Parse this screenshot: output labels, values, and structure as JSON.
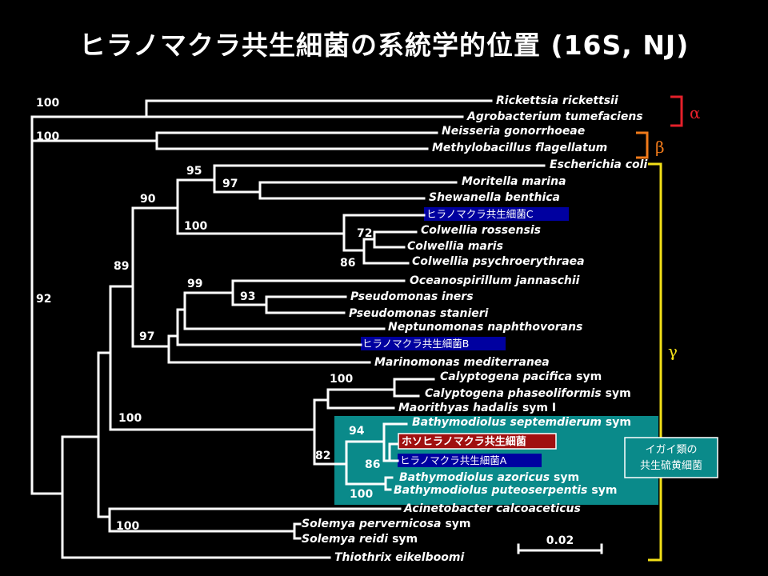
{
  "title": "ヒラノマクラ共生細菌の系統学的位置 (16S, NJ)",
  "taxa": {
    "rickettsia": "Rickettsia rickettsii",
    "agrobacterium": "Agrobacterium tumefaciens",
    "neisseria": "Neisseria gonorrhoeae",
    "methylobacillus": "Methylobacillus flagellatum",
    "escherichia": "Escherichia coli",
    "moritella": "Moritella marina",
    "shewanella": "Shewanella benthica",
    "symC": "ヒラノマクラ共生細菌C",
    "colw_ross": "Colwellia rossensis",
    "colw_mar": "Colwellia maris",
    "colw_psy": "Colwellia psychroerythraea",
    "oceanospirillum": "Oceanospirillum jannaschii",
    "pseud_iners": "Pseudomonas iners",
    "pseud_stan": "Pseudomonas stanieri",
    "neptunomonas": "Neptunomonas naphthovorans",
    "symB": "ヒラノマクラ共生細菌B",
    "marinomonas": "Marinomonas mediterranea",
    "calyp_pac": "Calyptogena pacifica",
    "calyp_pha": "Calyptogena phaseoliformis",
    "maorithyas": "Maorithyas hadalis",
    "bathy_sept": "Bathymodiolus septemdierum",
    "hoso": "ホソヒラノマクラ共生細菌",
    "symA": "ヒラノマクラ共生細菌A",
    "bathy_azo": "Bathymodiolus azoricus",
    "bathy_put": "Bathymodiolus puteoserpentis",
    "acinetobacter": "Acinetobacter calcoaceticus",
    "solemya_perv": "Solemya pervernicosa",
    "solemya_reidi": "Solemya reidi",
    "thiothrix": "Thiothrix eikelboomi"
  },
  "sym_suffix": "sym",
  "sym_suffix_I": "sym I",
  "bootstrap": {
    "b100a": "100",
    "b100b": "100",
    "b92": "92",
    "b95": "95",
    "b97a": "97",
    "b90": "90",
    "b100c": "100",
    "b72": "72",
    "b86a": "86",
    "b89": "89",
    "b99": "99",
    "b93": "93",
    "b97b": "97",
    "b100d": "100",
    "b100e": "100",
    "b94": "94",
    "b86b": "86",
    "b82": "82",
    "b100f": "100",
    "b100g": "100"
  },
  "groups": {
    "alpha": "α",
    "beta": "β",
    "gamma": "γ"
  },
  "box_label": {
    "line1": "イガイ類の",
    "line2": "共生硫黄細菌"
  },
  "scale_bar": "0.02",
  "colors": {
    "background": "#000000",
    "branch": "#ffffff",
    "alpha": "#e5202a",
    "beta": "#f07a1a",
    "gamma": "#f2e018",
    "mussel_box": "#0a8a8a",
    "highlight_blue": "#0000a0",
    "highlight_red": "#a01010"
  }
}
